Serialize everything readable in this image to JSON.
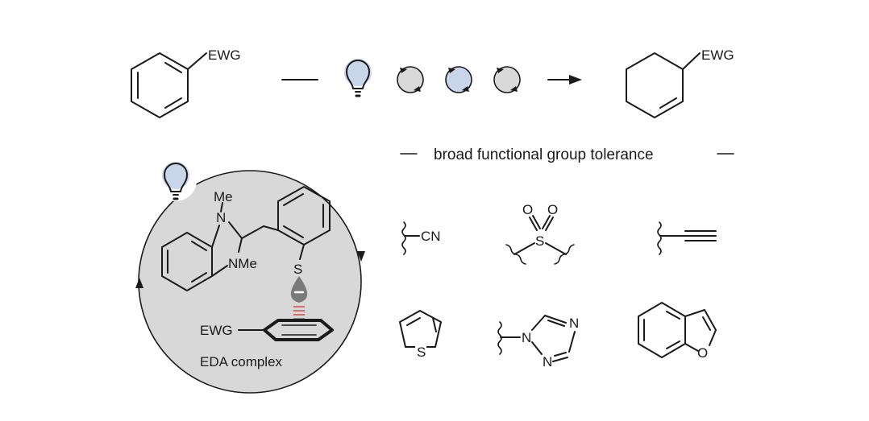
{
  "reaction": {
    "substrate_group": "EWG",
    "product_group": "EWG"
  },
  "eda": {
    "n_methyl_label": "Me",
    "n_label": "N",
    "nme_label": "NMe",
    "sulfur_label": "S",
    "ewg_label": "EWG",
    "caption": "EDA complex"
  },
  "tolerance": {
    "heading": "broad functional group tolerance",
    "nitrile_label": "CN",
    "sulfonyl": {
      "o1": "O",
      "o2": "O",
      "s": "S"
    },
    "triazole": {
      "n1": "N",
      "n2": "N",
      "n4": "N"
    },
    "thiophene_s": "S",
    "benzofuran_o": "O"
  },
  "colors": {
    "ink": "#1a1a1a",
    "circle_gray": "#d9d9d9",
    "circle_blue": "#c9d6ea",
    "bulb_glow": "#c9d6ea",
    "eda_fill": "#d8d8d8",
    "lone_pair": "#7a7a7a",
    "interaction": "#d9534f"
  },
  "icons": [
    "light-bulb-icon",
    "catalytic-cycle-icon"
  ]
}
